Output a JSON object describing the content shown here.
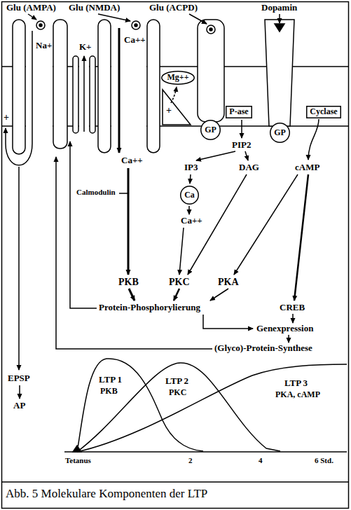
{
  "diagram": {
    "caption": "Abb. 5 Molekulare Komponenten der LTP",
    "nodes": [
      {
        "text": [
          "Mg++"
        ]
      },
      {
        "text": [
          "P-ase"
        ]
      },
      {
        "text": [
          "Cyclase"
        ]
      },
      {
        "text": [
          "GP"
        ]
      },
      {
        "text": [
          "GP"
        ]
      },
      {
        "text": [
          "Ca"
        ]
      }
    ],
    "labels": [
      "Glu (AMPA)",
      "Glu (NMDA)",
      "Glu (ACPD)",
      "Dopamin",
      "Na+",
      "K+",
      "Ca++",
      "+",
      "+",
      "PIP2",
      "Ca++",
      "IP3",
      "DAG",
      "cAMP",
      "Calmodulin",
      "Ca++",
      "PKB",
      "PKC",
      "PKA",
      "Protein-Phosphorylierung",
      "CREB",
      "Genexpression",
      "(Glyco)-Protein-Synthese",
      "EPSP",
      "LTP 1",
      "LTP 2",
      "LTP 3",
      "PKB",
      "PKC",
      "PKA, cAMP",
      "AP",
      "Tetanus",
      "2",
      "4",
      "6 Std."
    ]
  }
}
